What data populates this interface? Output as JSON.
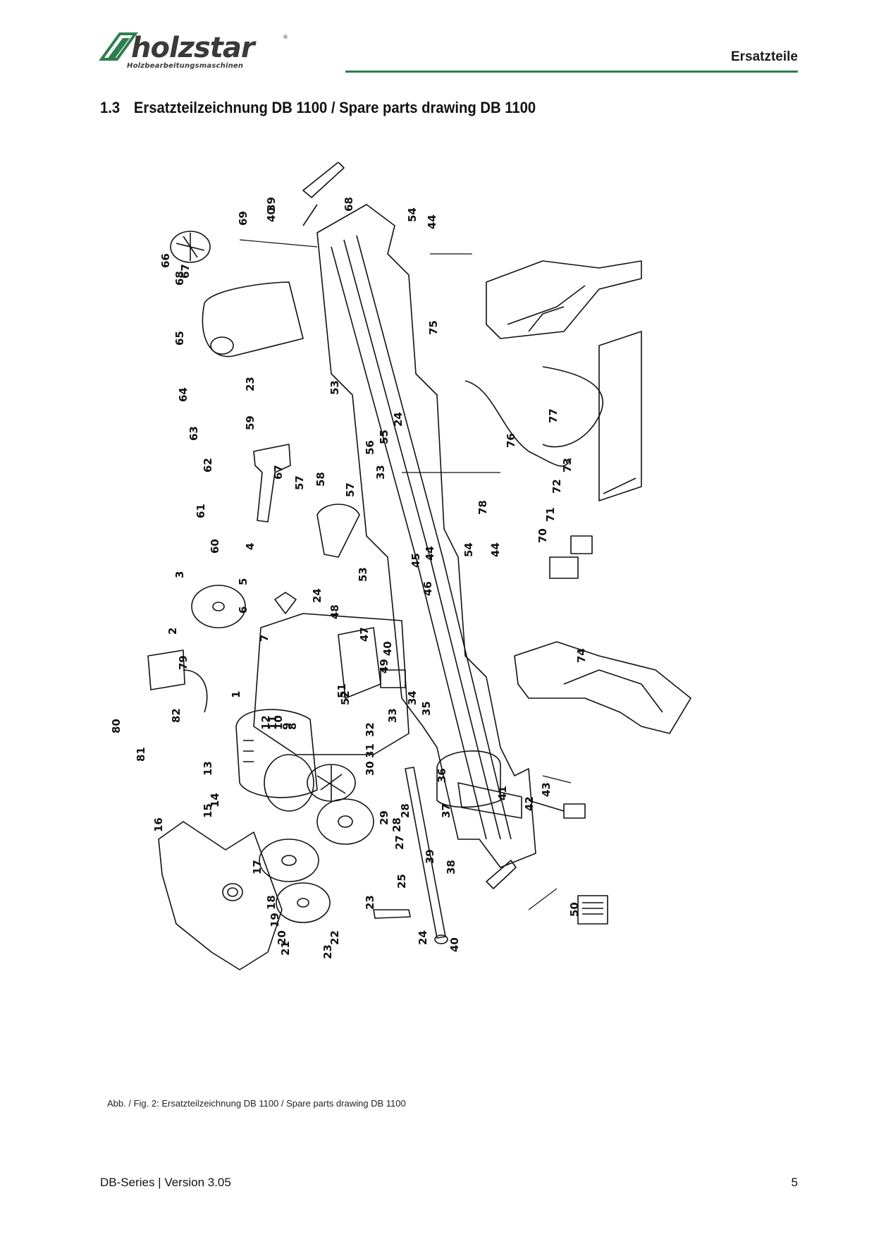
{
  "brand": {
    "name": "holzstar",
    "registered": "®",
    "tagline": "Holzbearbeitungsmaschinen"
  },
  "header": {
    "section": "Ersatzteile"
  },
  "section": {
    "number": "1.3",
    "title": "Ersatzteilzeichnung DB 1100 / Spare parts drawing DB 1100"
  },
  "figure": {
    "caption": "Abb. / Fig. 2: Ersatzteilzeichnung DB 1100 / Spare parts drawing DB 1100",
    "part_labels": [
      "1",
      "2",
      "3",
      "4",
      "5",
      "6",
      "7",
      "8",
      "9",
      "10",
      "11",
      "12",
      "13",
      "14",
      "15",
      "16",
      "17",
      "18",
      "19",
      "20",
      "21",
      "22",
      "23",
      "23",
      "23",
      "24",
      "24",
      "24",
      "25",
      "27",
      "28",
      "28",
      "29",
      "30",
      "31",
      "32",
      "33",
      "33",
      "34",
      "35",
      "36",
      "37",
      "38",
      "39",
      "39",
      "40",
      "40",
      "40",
      "41",
      "42",
      "43",
      "44",
      "44",
      "44",
      "45",
      "46",
      "47",
      "48",
      "49",
      "50",
      "51",
      "52",
      "53",
      "53",
      "54",
      "54",
      "55",
      "56",
      "57",
      "57",
      "58",
      "59",
      "60",
      "61",
      "62",
      "63",
      "64",
      "65",
      "66",
      "67",
      "67",
      "68",
      "68",
      "69",
      "70",
      "71",
      "72",
      "73",
      "74",
      "75",
      "76",
      "77",
      "78",
      "79",
      "80",
      "81",
      "82"
    ]
  },
  "footer": {
    "version": "DB-Series | Version 3.05",
    "page": "5"
  }
}
